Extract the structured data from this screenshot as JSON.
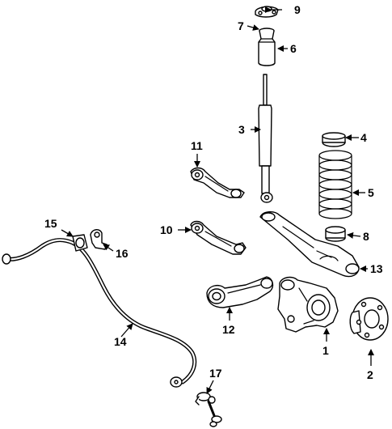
{
  "parts": [
    {
      "id": "part-1",
      "number": "1"
    },
    {
      "id": "part-2",
      "number": "2"
    },
    {
      "id": "part-3",
      "number": "3"
    },
    {
      "id": "part-4",
      "number": "4"
    },
    {
      "id": "part-5",
      "number": "5"
    },
    {
      "id": "part-6",
      "number": "6"
    },
    {
      "id": "part-7",
      "number": "7"
    },
    {
      "id": "part-8",
      "number": "8"
    },
    {
      "id": "part-9",
      "number": "9"
    },
    {
      "id": "part-10",
      "number": "10"
    },
    {
      "id": "part-11",
      "number": "11"
    },
    {
      "id": "part-12",
      "number": "12"
    },
    {
      "id": "part-13",
      "number": "13"
    },
    {
      "id": "part-14",
      "number": "14"
    },
    {
      "id": "part-15",
      "number": "15"
    },
    {
      "id": "part-16",
      "number": "16"
    },
    {
      "id": "part-17",
      "number": "17"
    }
  ]
}
